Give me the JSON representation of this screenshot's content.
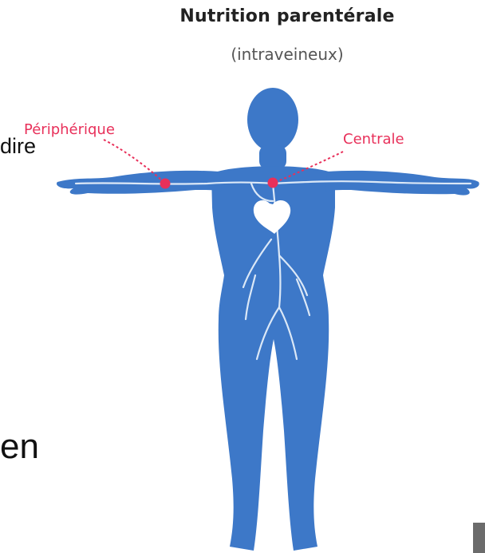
{
  "diagram": {
    "title": "Nutrition parentérale",
    "subtitle": "(intraveineux)",
    "labels": {
      "peripheral": "Périphérique",
      "central": "Centrale"
    },
    "side_text": {
      "fragment_top": "dire",
      "fragment_bottom": "en"
    }
  },
  "colors": {
    "body_blue": "#3d78c8",
    "vein_white": "#dbe8f7",
    "accent_red": "#e8305a",
    "text_dark": "#222222"
  }
}
